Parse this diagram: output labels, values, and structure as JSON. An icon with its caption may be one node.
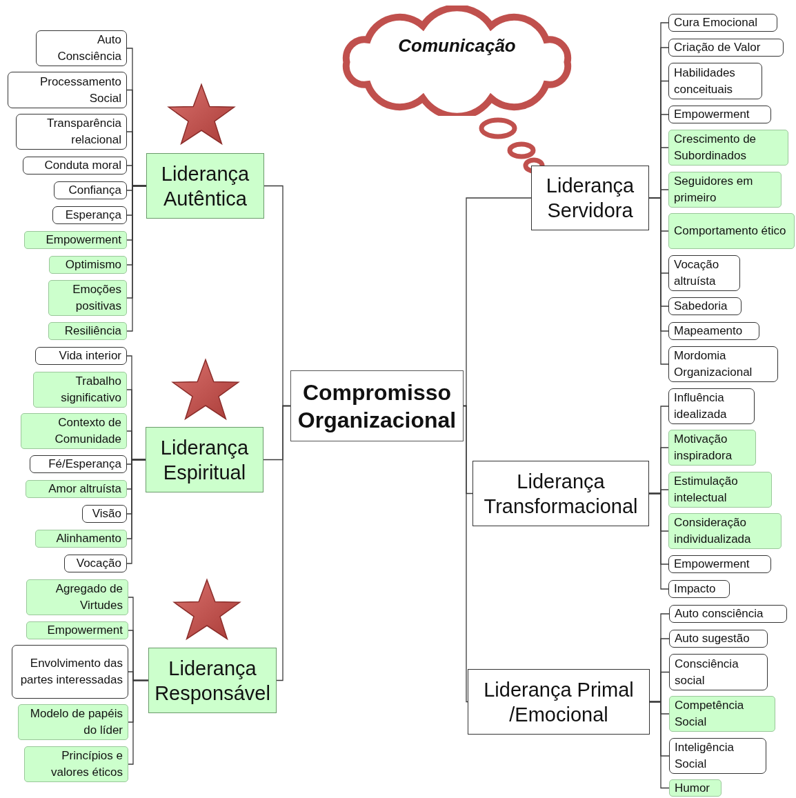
{
  "diagram": {
    "nodes": [
      {
        "text": [
          "Comunicação"
        ]
      },
      {
        "text": [
          "Compromisso Organizacional"
        ]
      },
      {
        "text": [
          "Liderança Autêntica"
        ]
      },
      {
        "text": [
          "Auto Consciência"
        ]
      },
      {
        "text": [
          "Processamento Social"
        ]
      },
      {
        "text": [
          "Transparência relacional"
        ]
      },
      {
        "text": [
          "Conduta moral"
        ]
      },
      {
        "text": [
          "Confiança"
        ]
      },
      {
        "text": [
          "Esperança"
        ]
      },
      {
        "text": [
          "Empowerment"
        ]
      },
      {
        "text": [
          "Optimismo"
        ]
      },
      {
        "text": [
          "Emoções positivas"
        ]
      },
      {
        "text": [
          "Resiliência"
        ]
      },
      {
        "text": [
          "Liderança Espiritual"
        ]
      },
      {
        "text": [
          "Vida interior"
        ]
      },
      {
        "text": [
          "Trabalho significativo"
        ]
      },
      {
        "text": [
          "Contexto de Comunidade"
        ]
      },
      {
        "text": [
          "Fé/Esperança"
        ]
      },
      {
        "text": [
          "Amor altruísta"
        ]
      },
      {
        "text": [
          "Visão"
        ]
      },
      {
        "text": [
          "Alinhamento"
        ]
      },
      {
        "text": [
          "Vocação"
        ]
      },
      {
        "text": [
          "Liderança Responsável"
        ]
      },
      {
        "text": [
          "Agregado de Virtudes"
        ]
      },
      {
        "text": [
          "Empowerment"
        ]
      },
      {
        "text": [
          "Envolvimento das partes interessadas"
        ]
      },
      {
        "text": [
          "Modelo de papéis do líder"
        ]
      },
      {
        "text": [
          "Princípios e valores éticos"
        ]
      },
      {
        "text": [
          "Liderança Servidora"
        ]
      },
      {
        "text": [
          "Cura Emocional"
        ]
      },
      {
        "text": [
          "Criação de Valor"
        ]
      },
      {
        "text": [
          "Habilidades conceituais"
        ]
      },
      {
        "text": [
          "Empowerment"
        ]
      },
      {
        "text": [
          "Crescimento de Subordinados"
        ]
      },
      {
        "text": [
          "Seguidores em primeiro"
        ]
      },
      {
        "text": [
          "Comportamento ético"
        ]
      },
      {
        "text": [
          "Vocação altruísta"
        ]
      },
      {
        "text": [
          "Sabedoria"
        ]
      },
      {
        "text": [
          "Mapeamento"
        ]
      },
      {
        "text": [
          "Mordomia Organizacional"
        ]
      },
      {
        "text": [
          "Liderança Transformacional"
        ]
      },
      {
        "text": [
          "Influência idealizada"
        ]
      },
      {
        "text": [
          "Motivação inspiradora"
        ]
      },
      {
        "text": [
          "Estimulação intelectual"
        ]
      },
      {
        "text": [
          "Consideração individualizada"
        ]
      },
      {
        "text": [
          "Empowerment"
        ]
      },
      {
        "text": [
          "Impacto"
        ]
      },
      {
        "text": [
          "Liderança Primal /Emocional"
        ]
      },
      {
        "text": [
          "Auto consciência"
        ]
      },
      {
        "text": [
          "Auto sugestão"
        ]
      },
      {
        "text": [
          "Consciência social"
        ]
      },
      {
        "text": [
          "Competência Social"
        ]
      },
      {
        "text": [
          "Inteligência Social"
        ]
      },
      {
        "text": [
          "Humor"
        ]
      }
    ],
    "edges": [
      {
        "from": 1,
        "to": 2,
        "arrow": "none"
      },
      {
        "from": 1,
        "to": 13,
        "arrow": "none"
      },
      {
        "from": 1,
        "to": 22,
        "arrow": "none"
      },
      {
        "from": 1,
        "to": 28,
        "arrow": "none"
      },
      {
        "from": 1,
        "to": 40,
        "arrow": "none"
      },
      {
        "from": 1,
        "to": 47,
        "arrow": "none"
      },
      {
        "from": 2,
        "to": 3,
        "arrow": "none"
      },
      {
        "from": 2,
        "to": 4,
        "arrow": "none"
      },
      {
        "from": 2,
        "to": 5,
        "arrow": "none"
      },
      {
        "from": 2,
        "to": 6,
        "arrow": "none"
      },
      {
        "from": 2,
        "to": 7,
        "arrow": "none"
      },
      {
        "from": 2,
        "to": 8,
        "arrow": "none"
      },
      {
        "from": 2,
        "to": 9,
        "arrow": "none"
      },
      {
        "from": 2,
        "to": 10,
        "arrow": "none"
      },
      {
        "from": 2,
        "to": 11,
        "arrow": "none"
      },
      {
        "from": 2,
        "to": 12,
        "arrow": "none"
      },
      {
        "from": 13,
        "to": 14,
        "arrow": "none"
      },
      {
        "from": 13,
        "to": 15,
        "arrow": "none"
      },
      {
        "from": 13,
        "to": 16,
        "arrow": "none"
      },
      {
        "from": 13,
        "to": 17,
        "arrow": "none"
      },
      {
        "from": 13,
        "to": 18,
        "arrow": "none"
      },
      {
        "from": 13,
        "to": 19,
        "arrow": "none"
      },
      {
        "from": 13,
        "to": 20,
        "arrow": "none"
      },
      {
        "from": 13,
        "to": 21,
        "arrow": "none"
      },
      {
        "from": 22,
        "to": 23,
        "arrow": "none"
      },
      {
        "from": 22,
        "to": 24,
        "arrow": "none"
      },
      {
        "from": 22,
        "to": 25,
        "arrow": "none"
      },
      {
        "from": 22,
        "to": 26,
        "arrow": "none"
      },
      {
        "from": 22,
        "to": 27,
        "arrow": "none"
      },
      {
        "from": 28,
        "to": 29,
        "arrow": "none"
      },
      {
        "from": 28,
        "to": 30,
        "arrow": "none"
      },
      {
        "from": 28,
        "to": 31,
        "arrow": "none"
      },
      {
        "from": 28,
        "to": 32,
        "arrow": "none"
      },
      {
        "from": 28,
        "to": 33,
        "arrow": "none"
      },
      {
        "from": 28,
        "to": 34,
        "arrow": "none"
      },
      {
        "from": 28,
        "to": 35,
        "arrow": "none"
      },
      {
        "from": 28,
        "to": 36,
        "arrow": "none"
      },
      {
        "from": 28,
        "to": 37,
        "arrow": "none"
      },
      {
        "from": 28,
        "to": 38,
        "arrow": "none"
      },
      {
        "from": 28,
        "to": 39,
        "arrow": "none"
      },
      {
        "from": 40,
        "to": 41,
        "arrow": "none"
      },
      {
        "from": 40,
        "to": 42,
        "arrow": "none"
      },
      {
        "from": 40,
        "to": 43,
        "arrow": "none"
      },
      {
        "from": 40,
        "to": 44,
        "arrow": "none"
      },
      {
        "from": 40,
        "to": 45,
        "arrow": "none"
      },
      {
        "from": 40,
        "to": 46,
        "arrow": "none"
      },
      {
        "from": 47,
        "to": 48,
        "arrow": "none"
      },
      {
        "from": 47,
        "to": 49,
        "arrow": "none"
      },
      {
        "from": 47,
        "to": 50,
        "arrow": "none"
      },
      {
        "from": 47,
        "to": 51,
        "arrow": "none"
      },
      {
        "from": 47,
        "to": 52,
        "arrow": "none"
      },
      {
        "from": 47,
        "to": 53,
        "arrow": "none"
      }
    ]
  }
}
